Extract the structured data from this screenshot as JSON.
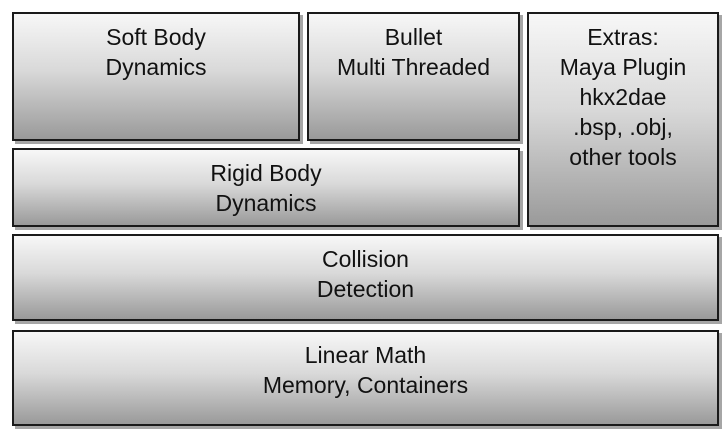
{
  "blocks": {
    "soft_body": [
      "Soft Body",
      "Dynamics"
    ],
    "bullet_mt": [
      "Bullet",
      "Multi Threaded"
    ],
    "extras": [
      "Extras:",
      "Maya Plugin",
      "hkx2dae",
      ".bsp, .obj,",
      "other tools"
    ],
    "rigid_body": [
      "Rigid Body",
      "Dynamics"
    ],
    "collision": [
      "Collision",
      "Detection"
    ],
    "linear_math": [
      "Linear Math",
      "Memory, Containers"
    ]
  }
}
